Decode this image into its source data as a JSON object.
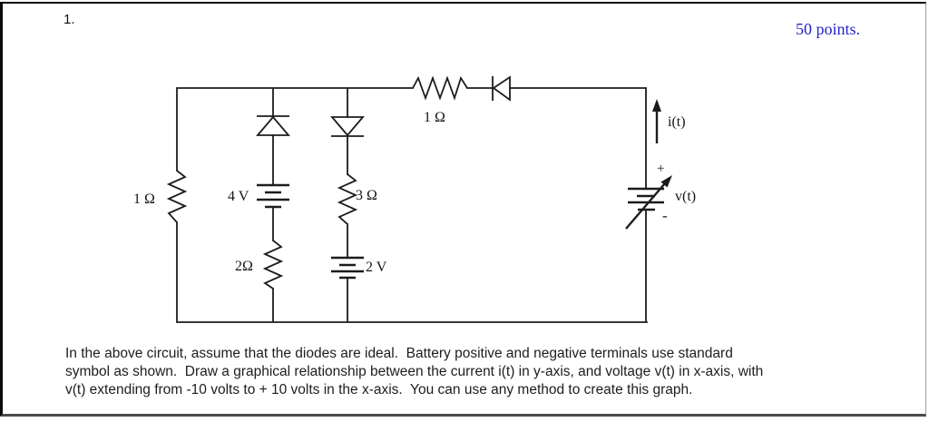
{
  "page": {
    "problem_number": "1.",
    "points_label": "50 points.",
    "colors": {
      "accent_blue": "#2323c8",
      "ink": "#141414"
    }
  },
  "circuit": {
    "labels": {
      "left_resistor": "1 Ω",
      "top_resistor": "1 Ω",
      "battery_4v": "4 V",
      "resistor_2ohm": "2Ω",
      "resistor_3ohm": "3 Ω",
      "battery_2v": "2 V",
      "current": "i(t)",
      "voltage": "v(t)",
      "source_plus": "+",
      "source_minus": "-"
    }
  },
  "instructions": {
    "lines": [
      "In the above circuit, assume that the diodes are ideal.  Battery positive and negative terminals use standard",
      "symbol as shown.  Draw a graphical relationship between the current i(t) in y-axis, and voltage v(t) in x-axis, with",
      "v(t) extending from -10 volts to + 10 volts in the x-axis.  You can use any method to create this graph."
    ]
  }
}
